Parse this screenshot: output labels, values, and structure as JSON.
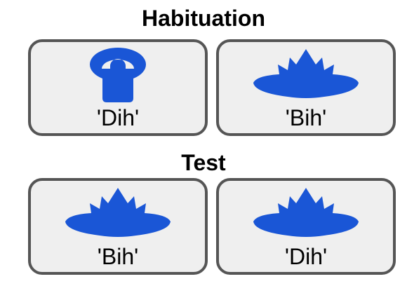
{
  "habituation": {
    "title": "Habituation",
    "cards": [
      {
        "shape": "ring-on-post-shape",
        "label": "'Dih'"
      },
      {
        "shape": "spiky-crown-shape",
        "label": "'Bih'"
      }
    ]
  },
  "test": {
    "title": "Test",
    "cards": [
      {
        "shape": "spiky-crown-shape",
        "label": "'Bih'"
      },
      {
        "shape": "spiky-crown-shape",
        "label": "'Dih'"
      }
    ]
  },
  "colors": {
    "shape_fill": "#1a56d6",
    "card_fill": "#efefef",
    "card_border": "#555555"
  }
}
